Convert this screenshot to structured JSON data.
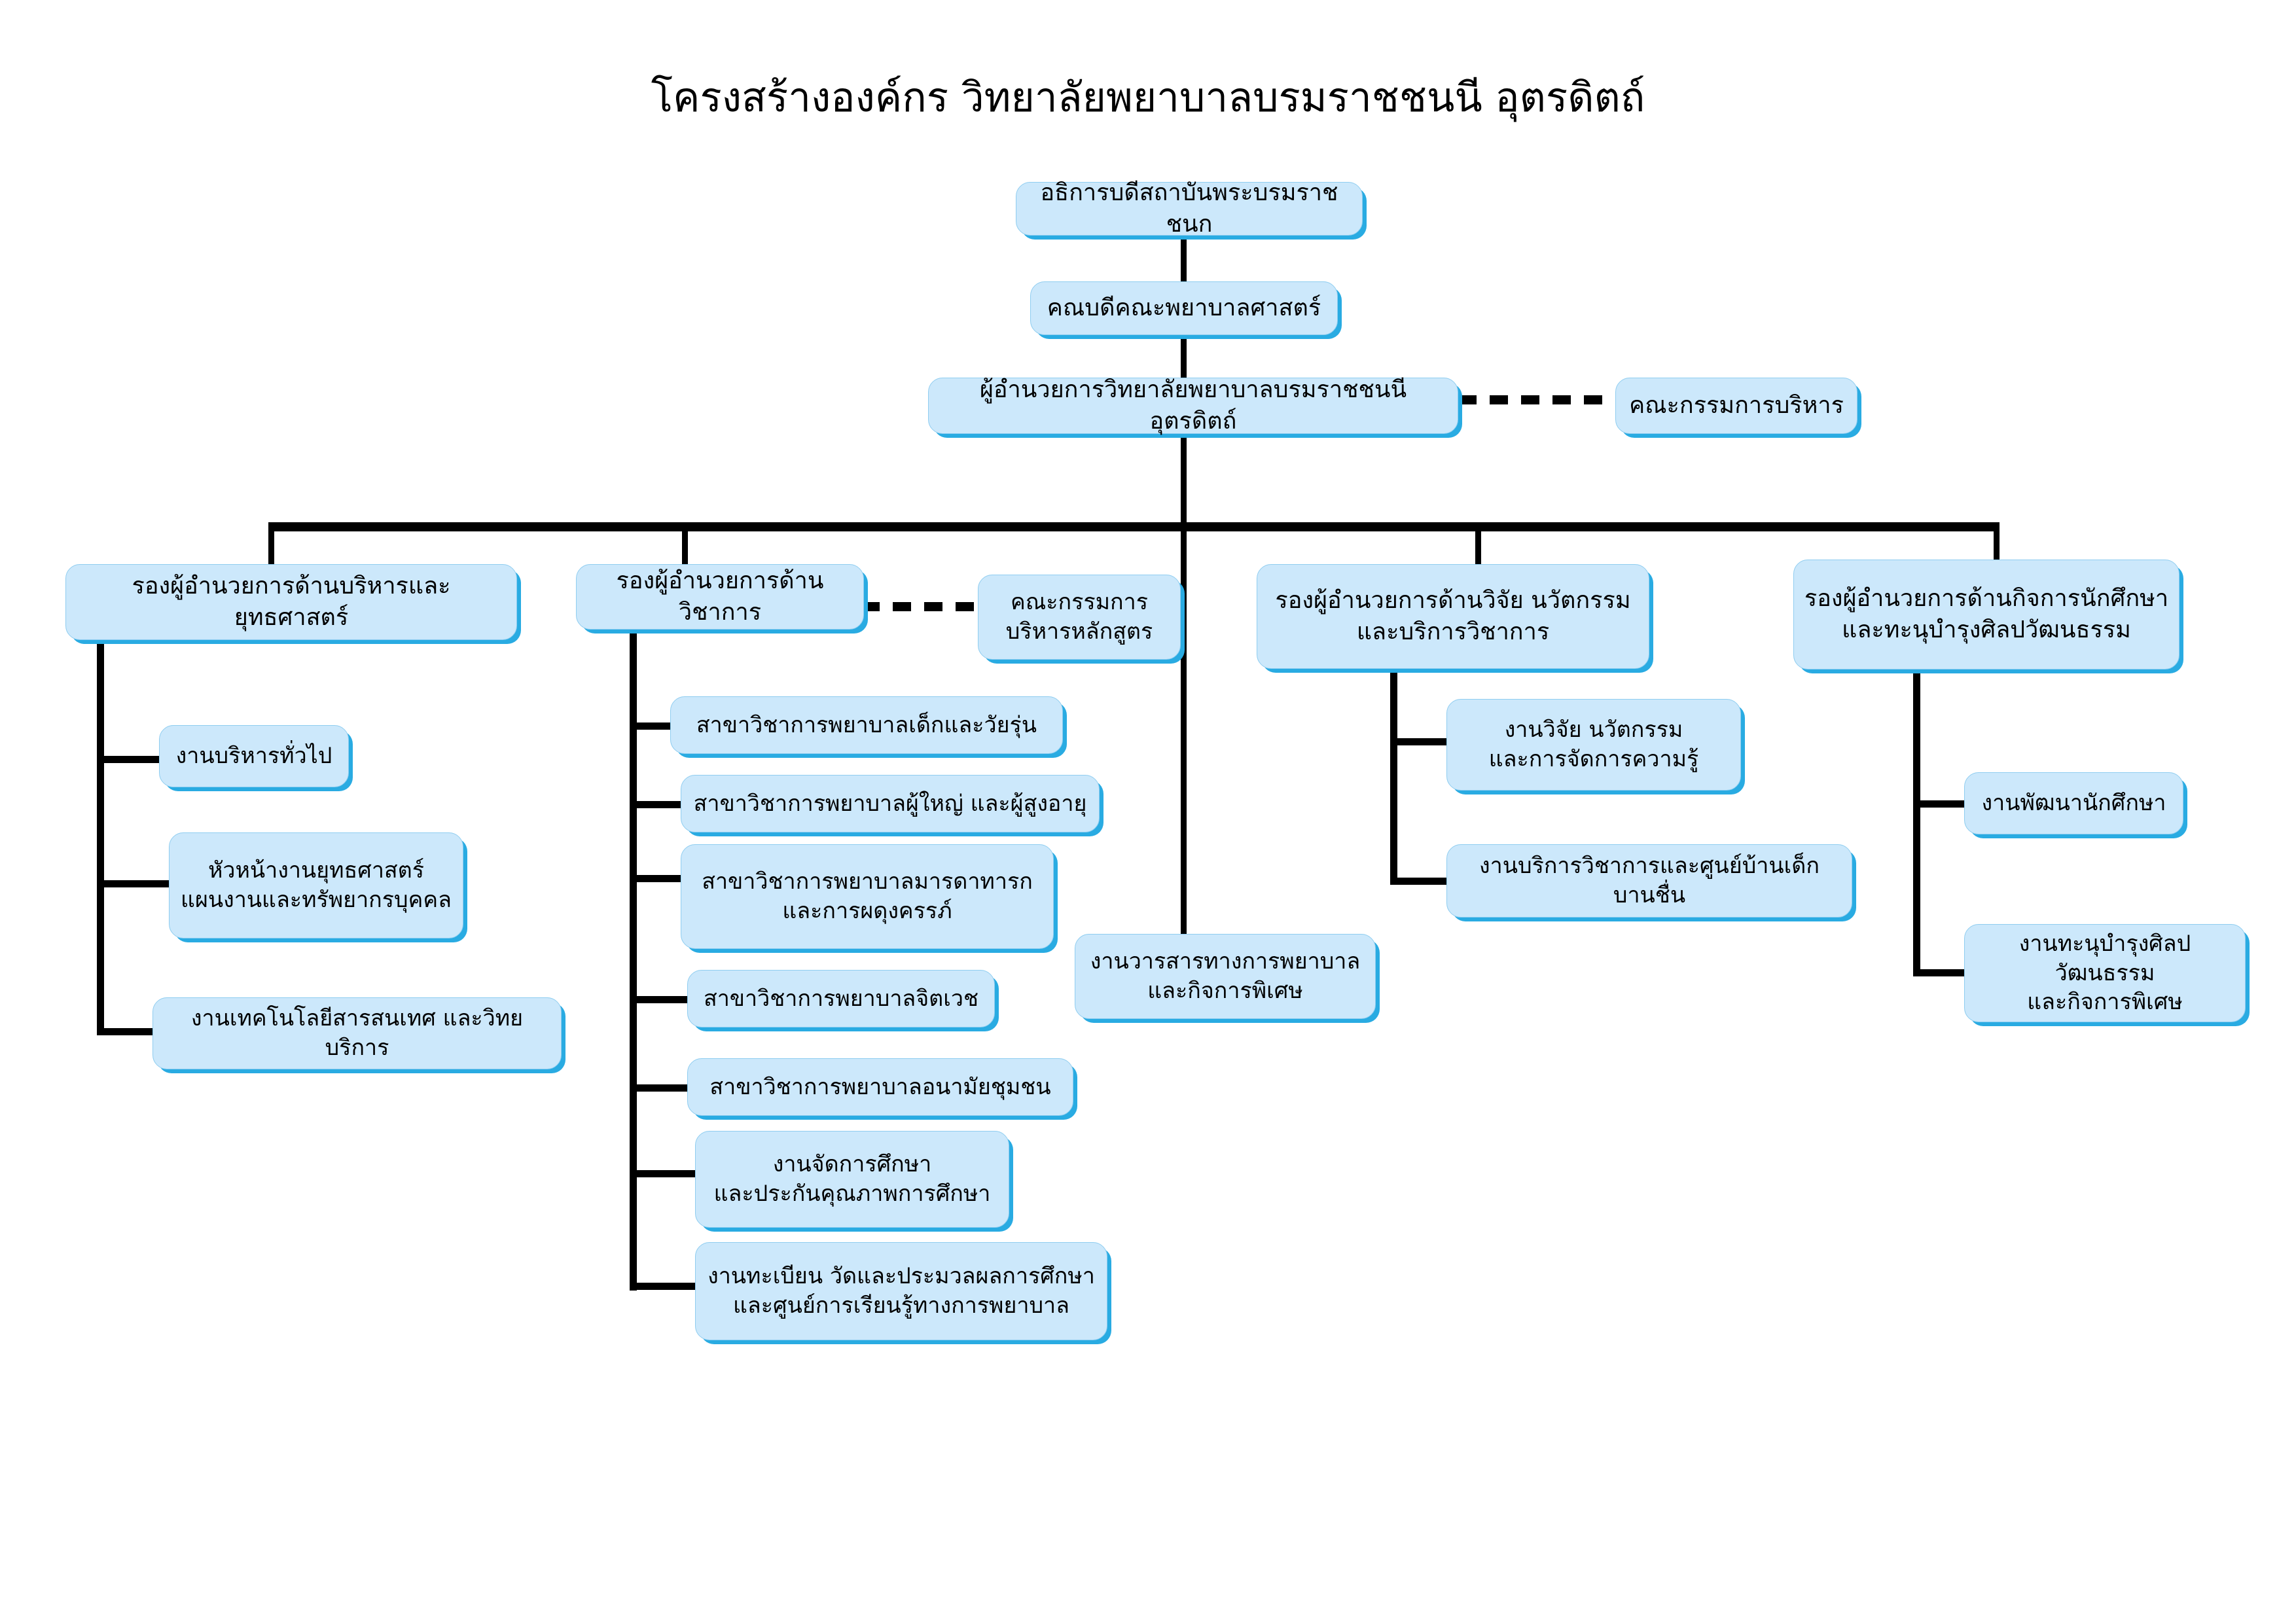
{
  "title": "โครงสร้างองค์กร วิทยาลัยพยาบาลบรมราชชนนี อุตรดิตถ์",
  "colors": {
    "box_fill": "#cce8fb",
    "box_shadow": "#29abe2",
    "connector": "#000000",
    "text": "#000000",
    "background": "#ffffff"
  },
  "nodes": {
    "rector": {
      "label": "อธิการบดีสถาบันพระบรมราชชนก"
    },
    "dean": {
      "label": "คณบดีคณะพยาบาลศาสตร์"
    },
    "director": {
      "label": "ผู้อำนวยการวิทยาลัยพยาบาลบรมราชชนนี อุตรดิตถ์"
    },
    "exec_committee": {
      "label": "คณะกรรมการบริหาร"
    },
    "deputy_admin": {
      "label": "รองผู้อำนวยการด้านบริหารและยุทธศาสตร์"
    },
    "deputy_academic": {
      "label": "รองผู้อำนวยการด้านวิชาการ"
    },
    "curriculum_committee": {
      "line1": "คณะกรรมการ",
      "line2": "บริหารหลักสูตร"
    },
    "deputy_research": {
      "line1": "รองผู้อำนวยการด้านวิจัย นวัตกรรม",
      "line2": "และบริการวิชาการ"
    },
    "deputy_student": {
      "line1": "รองผู้อำนวยการด้านกิจการนักศึกษา",
      "line2": "และทะนุบำรุงศิลปวัฒนธรรม"
    },
    "journal": {
      "line1": "งานวารสารทางการพยาบาล",
      "line2": "และกิจการพิเศษ"
    },
    "admin_1": {
      "label": "งานบริหารทั่วไป"
    },
    "admin_2": {
      "line1": "หัวหน้างานยุทธศาสตร์",
      "line2": "แผนงานและทรัพยากรบุคคล"
    },
    "admin_3": {
      "label": "งานเทคโนโลยีสารสนเทศ และวิทยบริการ"
    },
    "acad_1": {
      "label": "สาขาวิชาการพยาบาลเด็กและวัยรุ่น"
    },
    "acad_2": {
      "label": "สาขาวิชาการพยาบาลผู้ใหญ่ และผู้สูงอายุ"
    },
    "acad_3": {
      "line1": "สาขาวิชาการพยาบาลมารดาทารก",
      "line2": "และการผดุงครรภ์"
    },
    "acad_4": {
      "label": "สาขาวิชาการพยาบาลจิตเวช"
    },
    "acad_5": {
      "label": "สาขาวิชาการพยาบาลอนามัยชุมชน"
    },
    "acad_6": {
      "line1": "งานจัดการศึกษา",
      "line2": "และประกันคุณภาพการศึกษา"
    },
    "acad_7": {
      "line1": "งานทะเบียน วัดและประมวลผลการศึกษา",
      "line2": "และศูนย์การเรียนรู้ทางการพยาบาล"
    },
    "res_1": {
      "line1": "งานวิจัย นวัตกรรม",
      "line2": "และการจัดการความรู้"
    },
    "res_2": {
      "label": "งานบริการวิชาการและศูนย์บ้านเด็กบานชื่น"
    },
    "stu_1": {
      "label": "งานพัฒนานักศึกษา"
    },
    "stu_2": {
      "line1": "งานทะนุบำรุงศิลปวัฒนธรรม",
      "line2": "และกิจการพิเศษ"
    }
  }
}
